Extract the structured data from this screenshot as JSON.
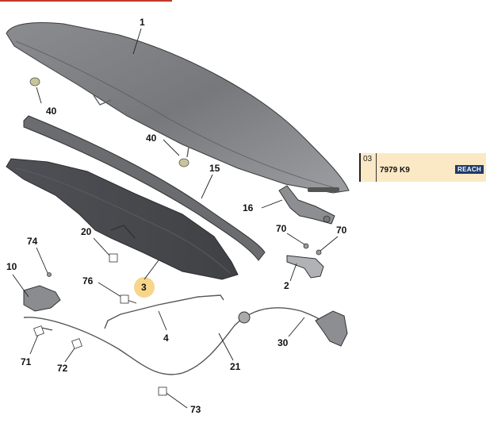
{
  "callouts": {
    "c1": "1",
    "c40a": "40",
    "c40b": "40",
    "c15": "15",
    "c16": "16",
    "c70a": "70",
    "c70b": "70",
    "c2": "2",
    "c74": "74",
    "c20": "20",
    "c10": "10",
    "c76": "76",
    "c3": "3",
    "c4": "4",
    "c71": "71",
    "c72": "72",
    "c21": "21",
    "c30": "30",
    "c73": "73"
  },
  "info_panel": {
    "code": "03",
    "reference": "7979 K9",
    "badge": "REACH"
  },
  "colors": {
    "panel_bg": "#fbe9c6",
    "badge_bg": "#1f3a6b",
    "highlight": "#f7d58a",
    "part_fill": "#6d6f74",
    "top_bar": "#c0392b"
  }
}
